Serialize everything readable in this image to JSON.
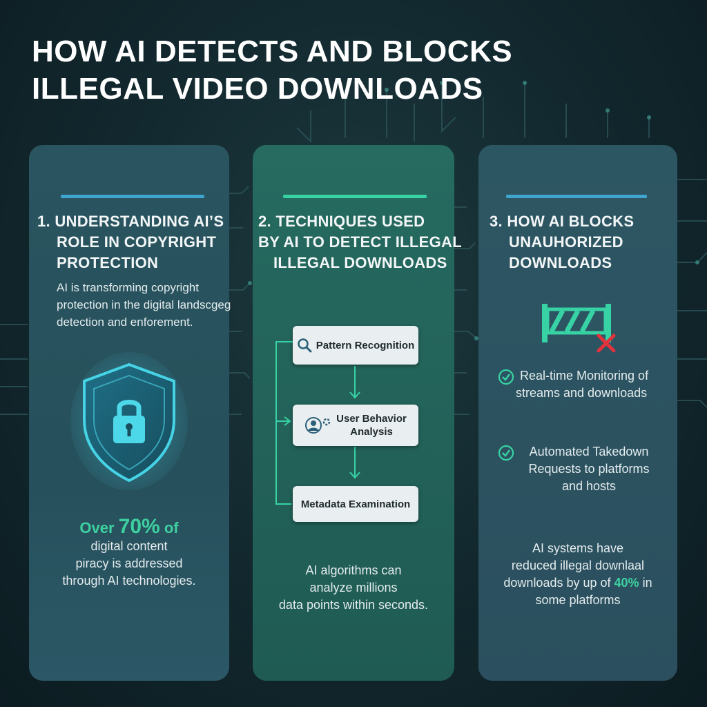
{
  "title": {
    "line1": "HOW AI DETECTS AND BLOCKS",
    "line2": "ILLEGAL VIDEO DOWNLOADS"
  },
  "panel1": {
    "heading": [
      "1. UNDERSTANDING AI’S",
      "ROLE IN COPYRIGHT",
      "PROTECTION"
    ],
    "body": [
      "AI is transforming copyright",
      "protection in the digital landscgeg",
      "detection and enforement."
    ],
    "stat": {
      "prefix": "Over ",
      "value": "70%",
      "suffix": " of",
      "lines": [
        "digital content",
        "piracy is addressed",
        "through AI technologies."
      ]
    }
  },
  "panel2": {
    "heading": [
      "2. TECHNIQUES USED",
      "BY AI TO DETECT ILLEGAL",
      "ILLEGAL DOWNLOADS"
    ],
    "steps": [
      {
        "label": "Pattern Recognition"
      },
      {
        "label": [
          "User Behavior",
          "Analysis"
        ]
      },
      {
        "label": "Metadata Examination"
      }
    ],
    "footer": [
      "AI algorithms can",
      "analyze millions",
      "data points within seconds."
    ]
  },
  "panel3": {
    "heading": [
      "3. HOW AI BLOCKS",
      "UNAUHORIZED",
      "DOWNLOADS"
    ],
    "items": [
      [
        "Real-time Monitoring of",
        "streams and downloads"
      ],
      [
        "Automated Takedown",
        "Requests to platforms",
        "and hosts"
      ]
    ],
    "stat": {
      "lines": [
        "AI systems have",
        "reduced illegal downlaal"
      ],
      "line3_prefix": "downloads by up of ",
      "value": "40%",
      "line3_suffix": " in",
      "line4": "some platforms"
    }
  },
  "colors": {
    "accent_green": "#3ed0a0",
    "accent_blue": "#3fa5cf",
    "error_red": "#e0333d"
  },
  "icons": [
    "shield-lock-icon",
    "search-icon",
    "user-gear-icon",
    "barrier-icon",
    "check-circle-icon"
  ]
}
